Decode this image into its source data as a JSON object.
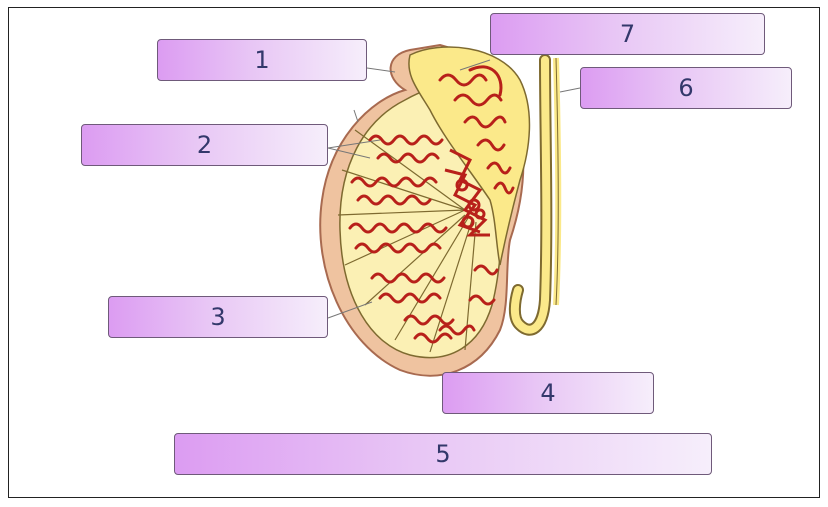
{
  "labels": [
    {
      "id": "1",
      "text": "1"
    },
    {
      "id": "2",
      "text": "2"
    },
    {
      "id": "3",
      "text": "3"
    },
    {
      "id": "4",
      "text": "4"
    },
    {
      "id": "5",
      "text": "5"
    },
    {
      "id": "6",
      "text": "6"
    },
    {
      "id": "7",
      "text": "7"
    }
  ],
  "colors": {
    "label_gradient_start": "#dc9cf2",
    "label_gradient_end": "#f6eefb",
    "label_text": "#33386b",
    "tunica": "#efc3a0",
    "lobule_fill": "#fbf0b4",
    "tubule": "#b8201a",
    "epididymis_fill": "#fbe98a"
  },
  "diagram": {
    "subject": "testis-sagittal-section",
    "icon": "anatomy-diagram"
  }
}
